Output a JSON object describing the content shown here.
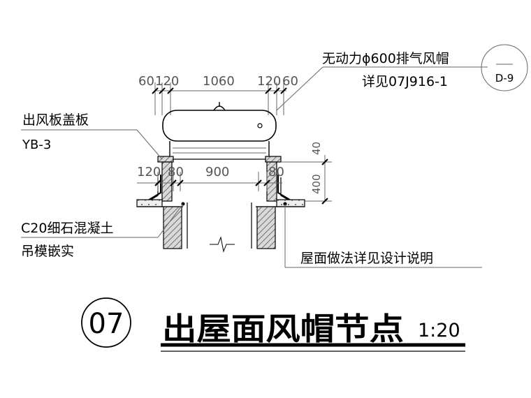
{
  "callouts": {
    "fan_cap_line1": "无动力ϕ600排气风帽",
    "fan_cap_line2": "详见07J916-1",
    "ref_sheet": "D-9",
    "cover_plate_line1": "出风板盖板",
    "cover_plate_line2": "YB-3",
    "concrete_line1": "C20细石混凝土",
    "concrete_line2": "吊模嵌实",
    "roof_note": "屋面做法详见设计说明"
  },
  "dimensions": {
    "top": [
      "60",
      "120",
      "1060",
      "120",
      "60"
    ],
    "middle": [
      "120",
      "80",
      "900",
      "80"
    ],
    "vertical": [
      "40",
      "400"
    ]
  },
  "title": {
    "number": "07",
    "text": "出屋面风帽节点",
    "scale": "1:20"
  }
}
